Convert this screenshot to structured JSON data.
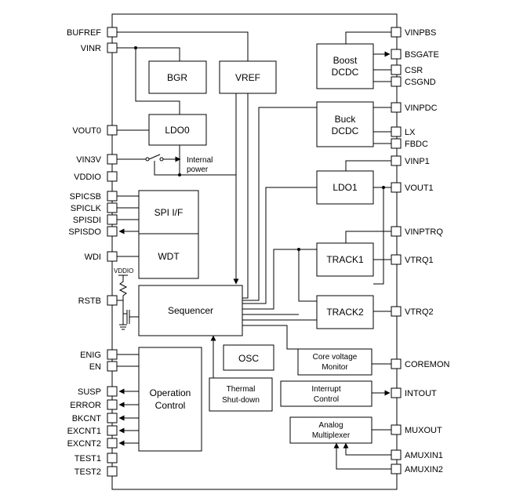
{
  "left_pins": {
    "bufref": "BUFREF",
    "vinr": "VINR",
    "vout0": "VOUT0",
    "vin3v": "VIN3V",
    "vddio": "VDDIO",
    "spicsb": "SPICSB",
    "spiclk": "SPICLK",
    "spisdi": "SPISDI",
    "spisdo": "SPISDO",
    "wdi": "WDI",
    "rstb": "RSTB",
    "enig": "ENIG",
    "en": "EN",
    "susp": "SUSP",
    "error": "ERROR",
    "bkcnt": "BKCNT",
    "excnt1": "EXCNT1",
    "excnt2": "EXCNT2",
    "test1": "TEST1",
    "test2": "TEST2"
  },
  "right_pins": {
    "vinpbs": "VINPBS",
    "bsgate": "BSGATE",
    "csr": "CSR",
    "csgnd": "CSGND",
    "vinpdc": "VINPDC",
    "lx": "LX",
    "fbdc": "FBDC",
    "vinp1": "VINP1",
    "vout1": "VOUT1",
    "vinptrq": "VINPTRQ",
    "vtrq1": "VTRQ1",
    "vtrq2": "VTRQ2",
    "coremon": "COREMON",
    "intout": "INTOUT",
    "muxout": "MUXOUT",
    "amuxin1": "AMUXIN1",
    "amuxin2": "AMUXIN2"
  },
  "blocks": {
    "bgr": "BGR",
    "vref": "VREF",
    "ldo0": "LDO0",
    "boost_l1": "Boost",
    "boost_l2": "DCDC",
    "buck_l1": "Buck",
    "buck_l2": "DCDC",
    "spi": "SPI I/F",
    "wdt": "WDT",
    "ldo1": "LDO1",
    "track1": "TRACK1",
    "track2": "TRACK2",
    "sequencer": "Sequencer",
    "osc": "OSC",
    "core_l1": "Core voltage",
    "core_l2": "Monitor",
    "op_l1": "Operation",
    "op_l2": "Control",
    "thermal_l1": "Thermal",
    "thermal_l2": "Shut-down",
    "int_l1": "Interrupt",
    "int_l2": "Control",
    "mux_l1": "Analog",
    "mux_l2": "Multiplexer"
  },
  "annotations": {
    "internal_power_l1": "Internal",
    "internal_power_l2": "power",
    "vddio_pullup": "VDDIO"
  }
}
